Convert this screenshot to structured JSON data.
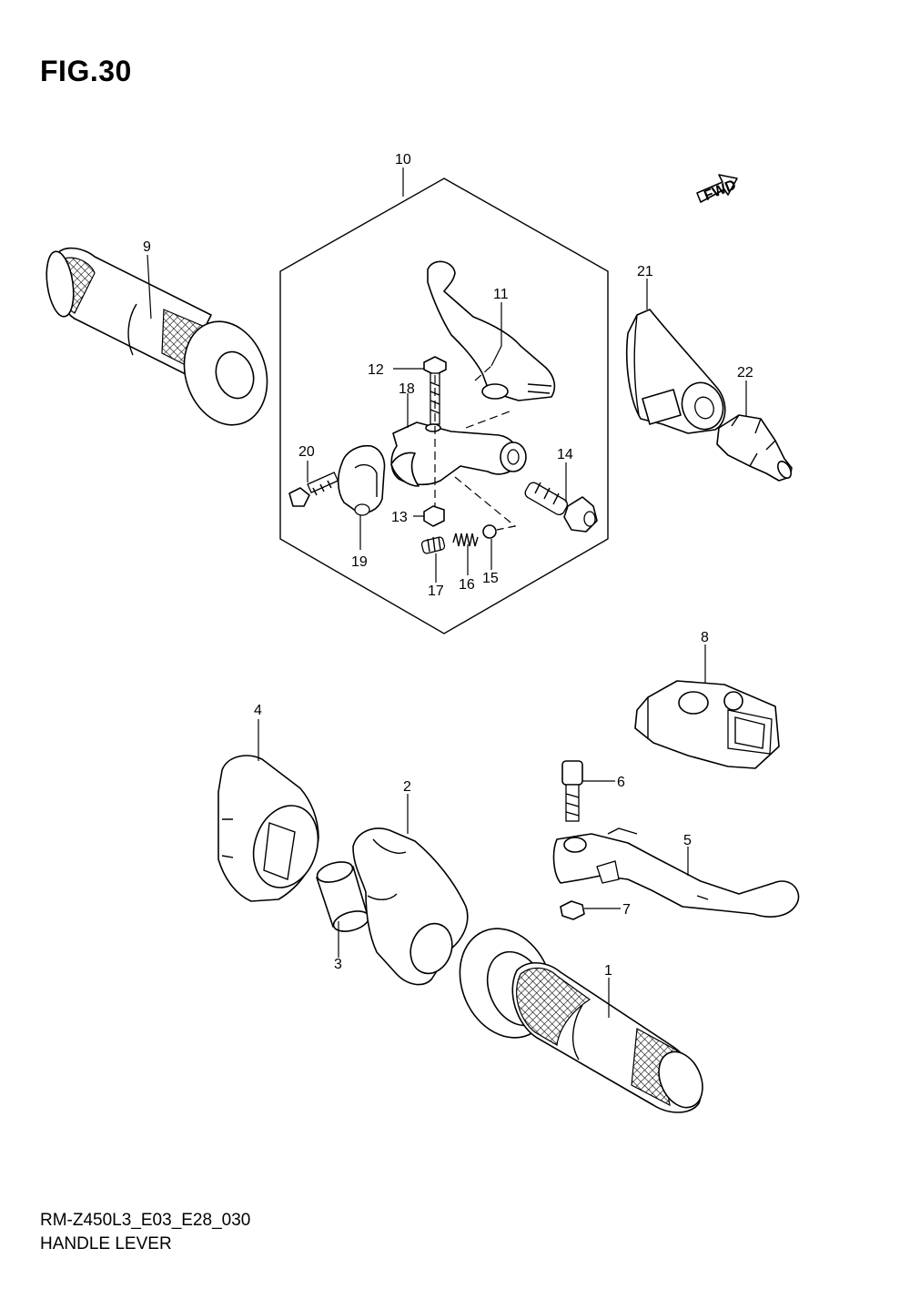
{
  "figure": {
    "title": "FIG.30",
    "code": "RM-Z450L3_E03_E28_030",
    "name": "HANDLE LEVER",
    "fwd_label": "FWD"
  },
  "callouts": [
    {
      "id": "c1",
      "label": "1"
    },
    {
      "id": "c2",
      "label": "2"
    },
    {
      "id": "c3",
      "label": "3"
    },
    {
      "id": "c4",
      "label": "4"
    },
    {
      "id": "c5",
      "label": "5"
    },
    {
      "id": "c6",
      "label": "6"
    },
    {
      "id": "c7",
      "label": "7"
    },
    {
      "id": "c8",
      "label": "8"
    },
    {
      "id": "c9",
      "label": "9"
    },
    {
      "id": "c10",
      "label": "10"
    },
    {
      "id": "c11",
      "label": "11"
    },
    {
      "id": "c12",
      "label": "12"
    },
    {
      "id": "c13",
      "label": "13"
    },
    {
      "id": "c14",
      "label": "14"
    },
    {
      "id": "c15",
      "label": "15"
    },
    {
      "id": "c16",
      "label": "16"
    },
    {
      "id": "c17",
      "label": "17"
    },
    {
      "id": "c18",
      "label": "18"
    },
    {
      "id": "c19",
      "label": "19"
    },
    {
      "id": "c20",
      "label": "20"
    },
    {
      "id": "c21",
      "label": "21"
    },
    {
      "id": "c22",
      "label": "22"
    }
  ]
}
